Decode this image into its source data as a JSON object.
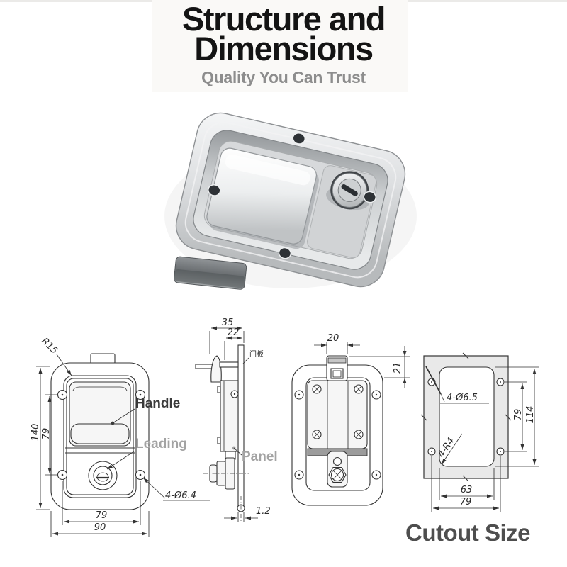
{
  "header": {
    "title_line1": "Structure and",
    "title_line2": "Dimensions",
    "subtitle": "Quality You Can Trust"
  },
  "colors": {
    "title": "#141414",
    "subtitle_gray": "#8d8d8d",
    "drawing_line": "#333333",
    "label_gray": "#a3a3a3",
    "cutout_shade": "#e9e9e9"
  },
  "views": {
    "front": {
      "radius": "R15",
      "overall_height": "140",
      "hole_spacing_v": "79",
      "label_handle": "Handle",
      "label_leading": "Leading",
      "mount_holes": "4-Ø6.4",
      "hole_spacing_h": "79",
      "overall_width": "90"
    },
    "side": {
      "depth": "35",
      "inner_depth": "22",
      "panel_cn": "门板",
      "label_panel": "Panel",
      "panel_thickness": "1.2"
    },
    "back": {
      "tab_width": "20",
      "tab_height": "21"
    },
    "cutout": {
      "mount_holes": "4-Ø6.5",
      "corner_radius": "4-R4",
      "hole_spacing_v": "79",
      "cutout_height": "114",
      "cutout_width": "63",
      "hole_spacing_h": "79",
      "caption": "Cutout Size"
    }
  }
}
